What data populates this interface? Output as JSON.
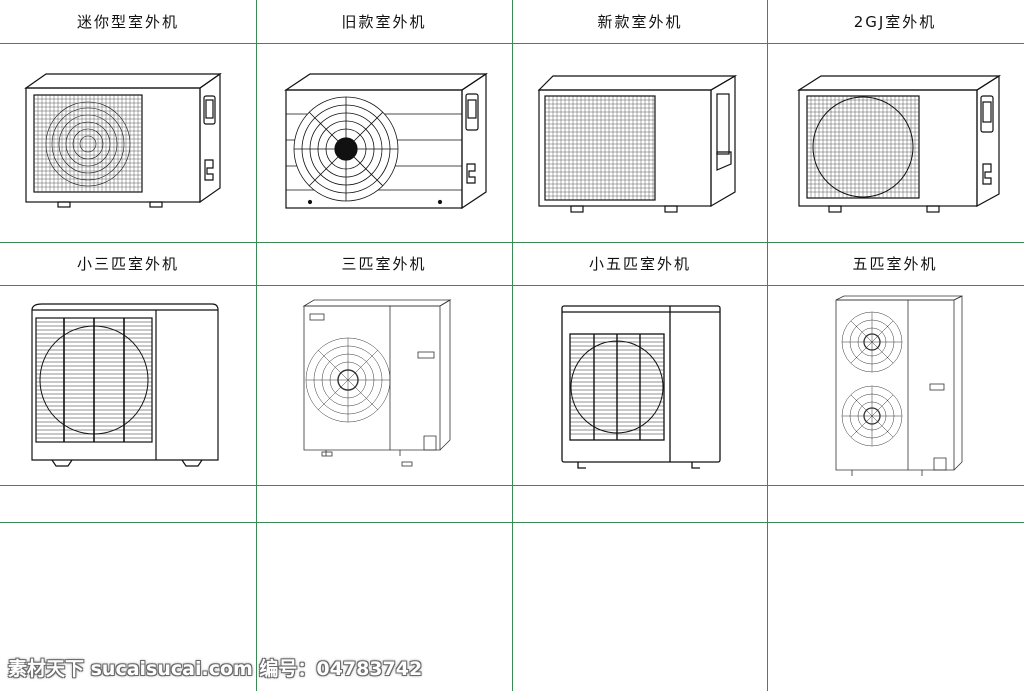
{
  "units": [
    {
      "label": "迷你型室外机",
      "icon": "mini-outdoor-unit-drawing"
    },
    {
      "label": "旧款室外机",
      "icon": "old-outdoor-unit-drawing"
    },
    {
      "label": "新款室外机",
      "icon": "new-outdoor-unit-drawing"
    },
    {
      "label": "2GJ室外机",
      "icon": "2gj-outdoor-unit-drawing"
    },
    {
      "label": "小三匹室外机",
      "icon": "small-3hp-outdoor-unit-drawing"
    },
    {
      "label": "三匹室外机",
      "icon": "3hp-outdoor-unit-drawing"
    },
    {
      "label": "小五匹室外机",
      "icon": "small-5hp-outdoor-unit-drawing"
    },
    {
      "label": "五匹室外机",
      "icon": "5hp-outdoor-unit-drawing"
    }
  ],
  "watermark": "素材天下 sucaisucai.com  编号：04783742",
  "colors": {
    "grid_line": "#3a8a54",
    "line_art": "#111111"
  }
}
